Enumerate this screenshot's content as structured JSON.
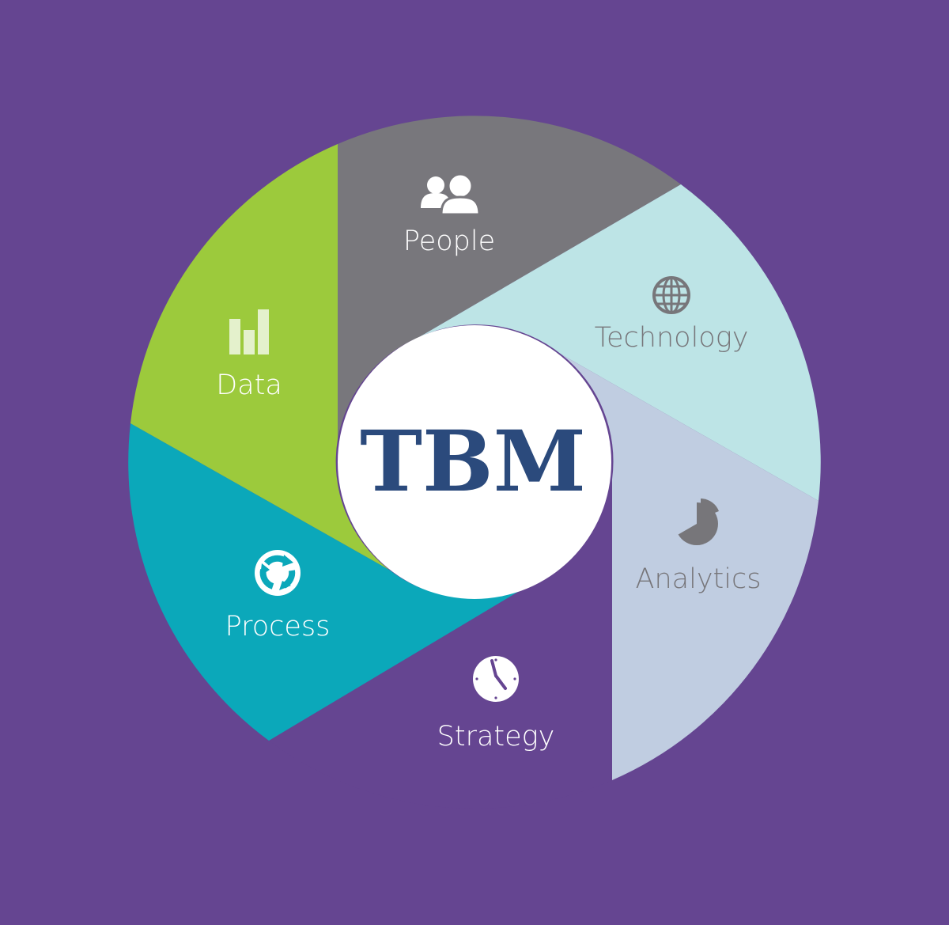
{
  "background_color": "#654591",
  "center": {
    "label": "TBM",
    "fill": "#ffffff",
    "text_color": "#2b4a7c"
  },
  "segments": [
    {
      "id": "people",
      "label": "People",
      "icon": "people-icon",
      "fill": "#78777c",
      "text_color": "#ffffff",
      "icon_color": "#ffffff"
    },
    {
      "id": "technology",
      "label": "Technology",
      "icon": "globe-icon",
      "fill": "#bde4e6",
      "text_color": "#77767a",
      "icon_color": "#77767a"
    },
    {
      "id": "analytics",
      "label": "Analytics",
      "icon": "pie-chart-icon",
      "fill": "#c0cde1",
      "text_color": "#77767a",
      "icon_color": "#77767a"
    },
    {
      "id": "strategy",
      "label": "Strategy",
      "icon": "clock-icon",
      "fill": "#654591",
      "text_color": "#ffffff",
      "icon_color": "#ffffff"
    },
    {
      "id": "process",
      "label": "Process",
      "icon": "cycle-arrows-icon",
      "fill": "#0ba8ba",
      "text_color": "#ffffff",
      "icon_color": "#ffffff"
    },
    {
      "id": "data",
      "label": "Data",
      "icon": "bar-chart-icon",
      "fill": "#9cca3c",
      "text_color": "#ffffff",
      "icon_color": "#e4f1cc"
    }
  ]
}
